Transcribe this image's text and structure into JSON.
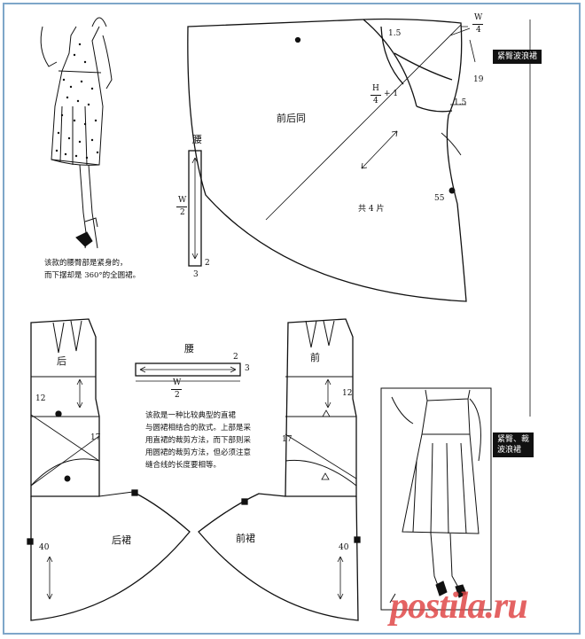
{
  "top_pattern": {
    "panel_label": "前后同",
    "pieces_count": "共 4 片",
    "measure_1_5_top": "1.5",
    "measure_w": "W",
    "measure_w_div": "4",
    "measure_h": "H",
    "measure_h_div": "4",
    "measure_plus_1": "+ 1",
    "measure_19": "19",
    "measure_1_5_side": "1.5",
    "measure_55": "55"
  },
  "waistband_vertical": {
    "title": "腰",
    "w_label": "W",
    "w_div": "2",
    "width_label": "2",
    "depth_label": "3"
  },
  "top_caption": [
    "该款的腰臀部是紧身的，",
    "而下摆却是 360°的全圆裙。"
  ],
  "top_right_tag": "紧臀波浪裙",
  "bottom_left": {
    "yoke_label": "后",
    "skirt_label": "后裙",
    "m12": "12",
    "m17": "17",
    "m40": "40"
  },
  "bottom_right": {
    "yoke_label": "前",
    "skirt_label": "前裙",
    "m12": "12",
    "m17": "17",
    "m40": "40"
  },
  "waistband_horizontal": {
    "title": "腰",
    "w_label": "W",
    "w_div": "2",
    "width_label": "2",
    "depth_label": "3"
  },
  "middle_caption": [
    "该款是一种比较典型的直裙",
    "与圆裙相结合的款式。上部是采",
    "用直裙的裁剪方法，而下部则采",
    "用圆裙的裁剪方法，但必须注意",
    "缝合线的长度要相等。"
  ],
  "bottom_right_tag": [
    "紧臀、裁",
    "波浪裙"
  ],
  "watermark": "postila.ru"
}
